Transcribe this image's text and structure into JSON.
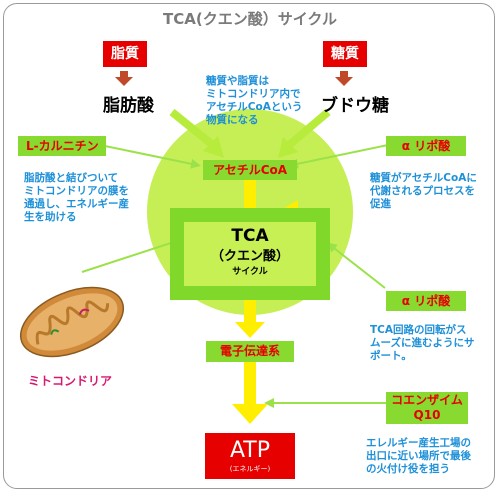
{
  "title": "TCA(クエン酸）サイクル",
  "colors": {
    "arrow_green": "#9be24a",
    "arrow_yellow": "#ffee00",
    "red": "#e60000",
    "note_blue": "#1e90d8",
    "circle": "#c5ef55",
    "frame": "#9a9a9a"
  },
  "lipid": {
    "label": "脂質",
    "product": "脂肪酸"
  },
  "sugar": {
    "label": "糖質",
    "product": "ブドウ糖"
  },
  "center_note": [
    "糖質や脂質は",
    "ミトコンドリア内で",
    "アセチルCoAという",
    "物質になる"
  ],
  "acetyl_coa": "アセチルCoA",
  "carnitine": {
    "label": "L-カルニチン",
    "note": [
      "脂肪酸と結びついて",
      "ミトコンドリアの膜を",
      "通過し、エネルギー産",
      "生を助ける"
    ]
  },
  "lipoic_top": {
    "label": "α リポ酸",
    "note": [
      "糖質がアセチルCoAに",
      "代謝されるプロセスを",
      "促進"
    ]
  },
  "tca": {
    "line1": "TCA",
    "line2": "（クエン酸）",
    "line3": "サイクル"
  },
  "lipoic_bottom": {
    "label": "α リポ酸",
    "note": [
      "TCA回路の回転がス",
      "ムーズに進むようにサ",
      "ポート。"
    ]
  },
  "electron": "電子伝達系",
  "coq10": {
    "label_line1": "コエンザイム",
    "label_line2": "Q10",
    "note": [
      "エレルギー産生工場の",
      "出口に近い場所で最後",
      "の火付け役を担う"
    ]
  },
  "atp": {
    "label": "ATP",
    "sub": "(エネルギー)"
  },
  "mitochondria": {
    "label": "ミトコンドリア",
    "icon": "mitochondria-icon"
  }
}
